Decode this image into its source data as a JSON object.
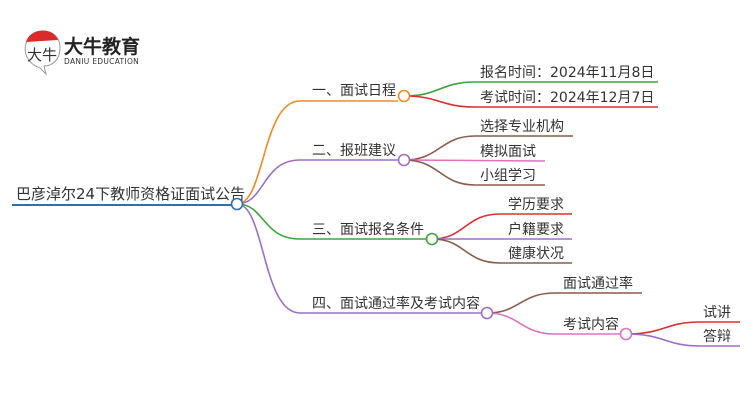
{
  "logo": {
    "name_cn": "大牛教育",
    "name_en": "DANIU EDUCATION",
    "mark": "大牛"
  },
  "root": {
    "label": "巴彦淖尔24下教师资格证面试公告"
  },
  "branches": [
    {
      "label": "一、面试日程",
      "children": [
        {
          "label": "报名时间：2024年11月8日"
        },
        {
          "label": "考试时间：2024年12月7日"
        }
      ]
    },
    {
      "label": "二、报班建议",
      "children": [
        {
          "label": "选择专业机构"
        },
        {
          "label": "模拟面试"
        },
        {
          "label": "小组学习"
        }
      ]
    },
    {
      "label": "三、面试报名条件",
      "children": [
        {
          "label": "学历要求"
        },
        {
          "label": "户籍要求"
        },
        {
          "label": "健康状况"
        }
      ]
    },
    {
      "label": "四、面试通过率及考试内容",
      "children": [
        {
          "label": "面试通过率"
        },
        {
          "label": "考试内容",
          "children": [
            {
              "label": "试讲"
            },
            {
              "label": "答辩"
            }
          ]
        }
      ]
    }
  ],
  "colors": {
    "root": "#2f6fb0",
    "orange": "#f08a24",
    "purple": "#9b6fc8",
    "green": "#3aa63a",
    "red": "#d93030",
    "brown": "#8c5a4a",
    "pink": "#e070c0"
  }
}
